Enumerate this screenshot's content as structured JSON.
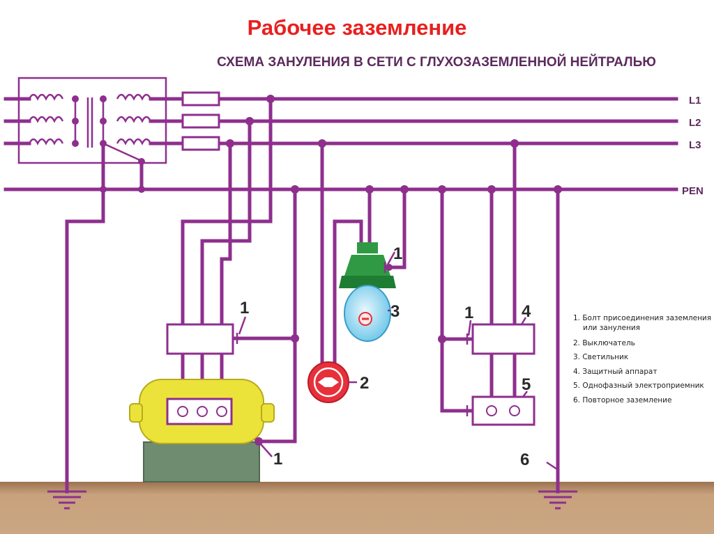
{
  "title": "Рабочее заземление",
  "scheme_title": "СХЕМА ЗАНУЛЕНИЯ В СЕТИ С ГЛУХОЗАЗЕМЛЕННОЙ НЕЙТРАЛЬЮ",
  "lines": {
    "l1": "L1",
    "l2": "L2",
    "l3": "L3",
    "pen": "PEN"
  },
  "callouts": {
    "bolt_motor_box": "1",
    "bolt_motor_body": "1",
    "bolt_lamp": "1",
    "bolt_protect": "1",
    "switch": "2",
    "lamp": "3",
    "protective_device": "4",
    "receiver": "5",
    "reground": "6"
  },
  "legend": [
    "1. Болт присоединения заземления",
    "или зануления",
    "2. Выключатель",
    "3. Светильник",
    "4. Защитный аппарат",
    "5. Однофазный электроприемник",
    "6. Повторное заземление"
  ],
  "colors": {
    "wire": "#8e2f8e",
    "title": "#e8201f",
    "motor_body": "#ece33a",
    "motor_base": "#6f8b70",
    "ground": "#c7a07a",
    "lamp_cap": "#2f9a43",
    "lamp_glass": "#8fd7ef",
    "switch": "#e8303a"
  }
}
